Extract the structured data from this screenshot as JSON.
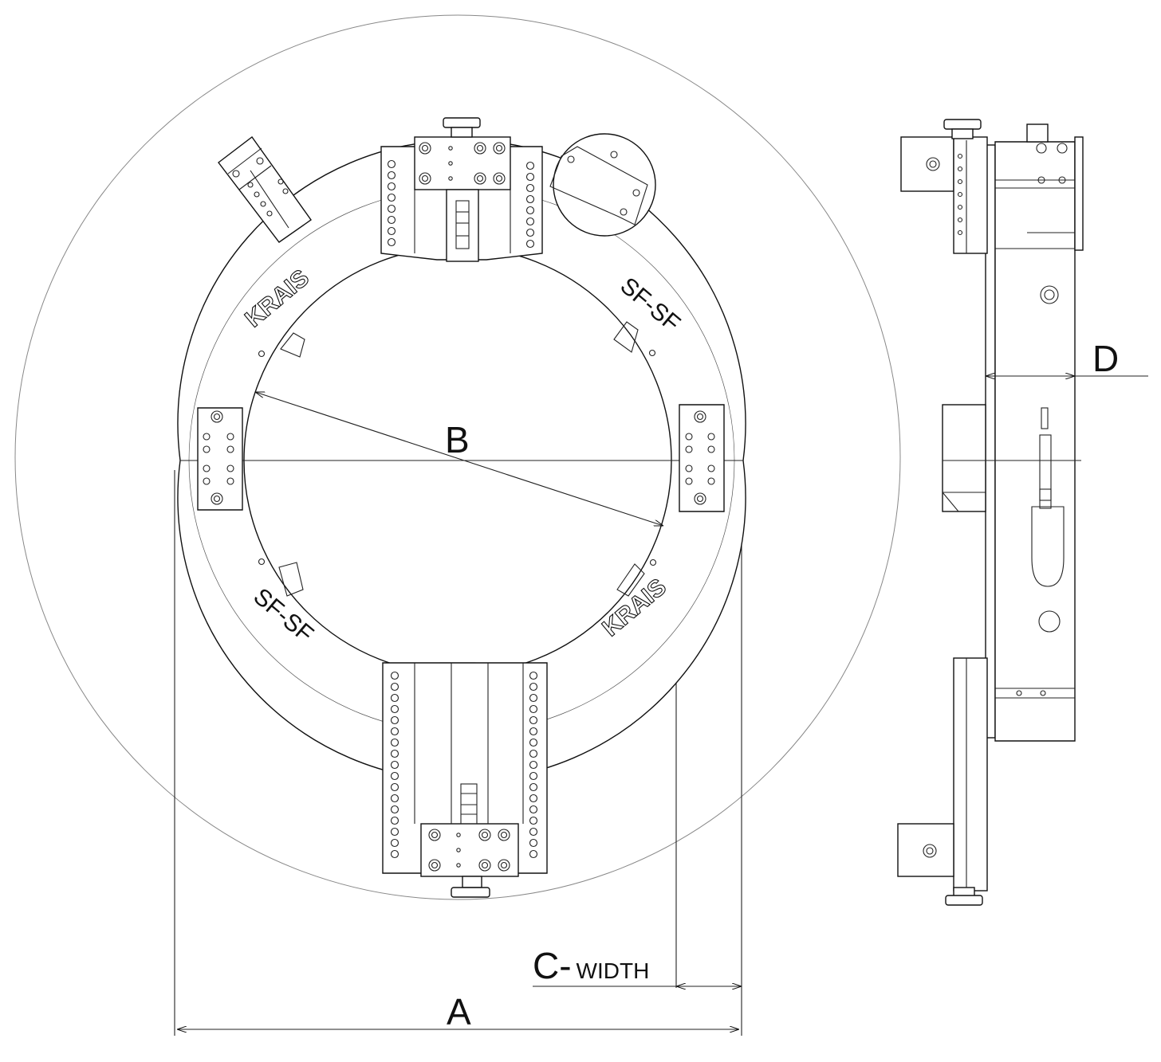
{
  "labels": {
    "dim_a": "A",
    "dim_b": "B",
    "dim_c": "C-",
    "dim_c_suffix": "WIDTH",
    "dim_d": "D"
  },
  "ring_marks": {
    "brand_top": "KRAIS",
    "brand_bottom": "KRAIS",
    "model_top": "SF-SF",
    "model_bottom": "SF-SF"
  },
  "colors": {
    "line": "#111111",
    "swing_circle": "#888888",
    "background": "#ffffff"
  }
}
